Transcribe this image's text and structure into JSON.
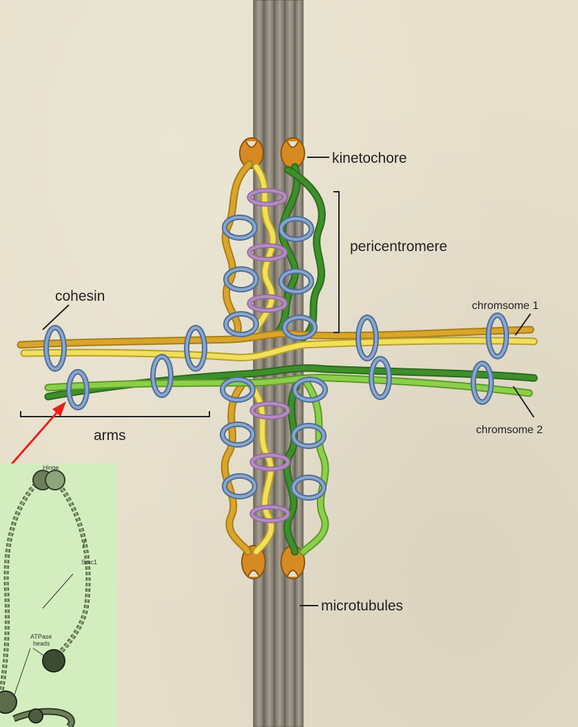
{
  "labels": {
    "kinetochore": "kinetochore",
    "pericentromere": "pericentromere",
    "cohesin": "cohesin",
    "chromosome1": "chromsome 1",
    "chromosome2": "chromsome 2",
    "arms": "arms",
    "microtubules": "microtubules"
  },
  "inset": {
    "hinge": "Hinge",
    "smc1": "Smc1",
    "atpase_line1": "ATPase",
    "atpase_line2": "heads"
  },
  "colors": {
    "background": "#e6dfcb",
    "microtubule": "#8f8778",
    "kinetochore": "#d88a22",
    "chromosome1_dark": "#d9a52a",
    "chromosome1_light": "#f2df5a",
    "chromosome2_dark": "#3e8f2b",
    "chromosome2_light": "#8ccf4a",
    "cohesin_ring": "#7e9bc3",
    "pericentric_ring": "#b58cc0",
    "arrow": "#e8201a",
    "inset_background": "#d4edbf"
  }
}
